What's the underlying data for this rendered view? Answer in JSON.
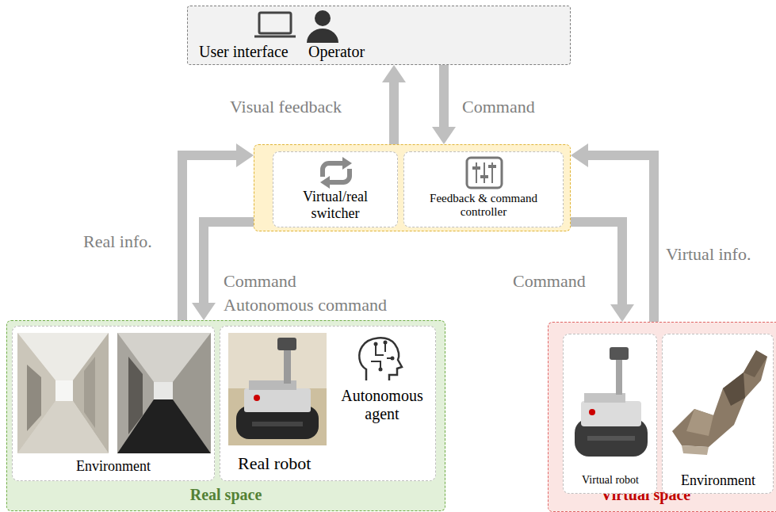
{
  "diagram": {
    "nodes": [
      {
        "text": [
          "User interface",
          "Operator"
        ]
      },
      {
        "text": []
      },
      {
        "text": [
          "Virtual/real switcher"
        ],
        "in": 1
      },
      {
        "text": [
          "Feedback & command controller"
        ],
        "in": 1
      },
      {
        "text": [
          "Real space"
        ]
      },
      {
        "text": [
          "Environment"
        ],
        "in": 4
      },
      {
        "text": [
          "Real robot",
          "Autonomous agent"
        ],
        "in": 4
      },
      {
        "text": [
          "Virtual space"
        ]
      },
      {
        "text": [
          "Virtual robot"
        ],
        "in": 7
      },
      {
        "text": [
          "Environment"
        ],
        "in": 7
      }
    ],
    "edges": [
      {
        "from": 1,
        "to": 0,
        "arrow": "to",
        "label": "Visual feedback"
      },
      {
        "from": 0,
        "to": 1,
        "arrow": "to",
        "label": "Command"
      },
      {
        "from": 4,
        "to": 1,
        "arrow": "to",
        "label": "Real info."
      },
      {
        "from": 1,
        "to": 4,
        "arrow": "to",
        "label": "Command"
      },
      {
        "from": 1,
        "to": 7,
        "arrow": "to",
        "label": "Command"
      },
      {
        "from": 7,
        "to": 1,
        "arrow": "to",
        "label": "Virtual info."
      }
    ],
    "labels": [
      "Autonomous command"
    ]
  }
}
